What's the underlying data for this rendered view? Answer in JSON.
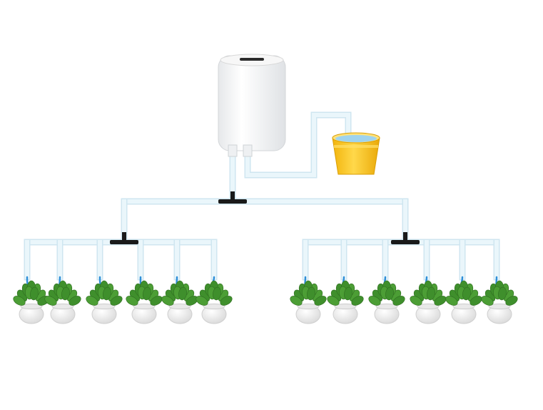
{
  "diagram": {
    "components": [
      {
        "name": "water-pump-controller",
        "icon": "pump-unit-icon"
      },
      {
        "name": "water-bucket",
        "icon": "bucket-icon"
      },
      {
        "name": "main-distribution-pipe",
        "icon": "pipe-icon"
      },
      {
        "name": "tee-connector",
        "icon": "tee-connector-icon"
      },
      {
        "name": "drip-hose",
        "icon": "blue-hose-icon"
      },
      {
        "name": "potted-plant",
        "icon": "potted-plant-icon"
      }
    ],
    "plant_count": 12,
    "groups": [
      {
        "side": "left",
        "plants": 6
      },
      {
        "side": "right",
        "plants": 6
      }
    ],
    "colors": {
      "background": "#ffffff",
      "pipe": "#eaf6fb",
      "pipe_edge": "#cfe6f0",
      "connector": "#1a1a1a",
      "hose": "#2f8fd8",
      "bucket": "#f7c51e",
      "bucket_water": "#9fd3ee",
      "pot": "#f3f3f3",
      "leaf": "#3f8f2c"
    }
  }
}
